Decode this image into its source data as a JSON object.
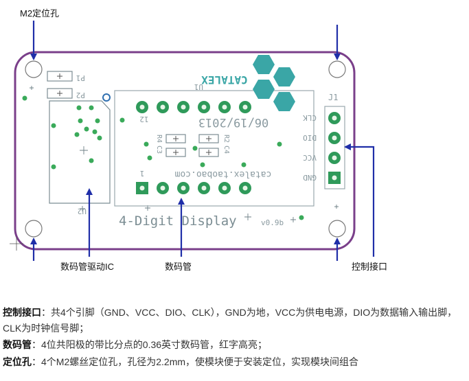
{
  "callouts": {
    "m2_hole": "M2定位孔",
    "driver_ic": "数码管驱动IC",
    "display": "数码管",
    "interface": "控制接口"
  },
  "board": {
    "brand": "CATALEX",
    "date": "06/19/2013",
    "website": "catalex.taobao.com",
    "title": "4-Digit Display",
    "version": "v0.9b",
    "header_label": "J1",
    "pins": [
      "CLK",
      "DIO",
      "VCC",
      "GND"
    ],
    "labels": {
      "u1": "U1",
      "u2": "U2",
      "p1": "P1",
      "p2": "P2",
      "c3": "C3",
      "c4": "C4",
      "r4": "R4",
      "r2": "R2",
      "pin1": "1",
      "pin12": "12"
    }
  },
  "colors": {
    "board_outline": "#7a3f8a",
    "arrow": "#1f2ea8",
    "pad": "#2f9a5a",
    "pad_inner": "#e8f5e8",
    "silk": "#8a9aa0",
    "logo": "#3aa6a6",
    "via": "#3aaa5a"
  },
  "description": [
    {
      "term": "控制接口",
      "text": "：共4个引脚（GND、VCC、DIO、CLK），GND为地，VCC为供电电源，DIO为数据输入输出脚，CLK为时钟信号脚；"
    },
    {
      "term": "数码管",
      "text": "：4位共阳极的带比分点的0.36英寸数码管，红字高亮；"
    },
    {
      "term": "定位孔",
      "text": "：4个M2螺丝定位孔，孔径为2.2mm，使模块便于安装定位，实现模块间组合"
    }
  ]
}
